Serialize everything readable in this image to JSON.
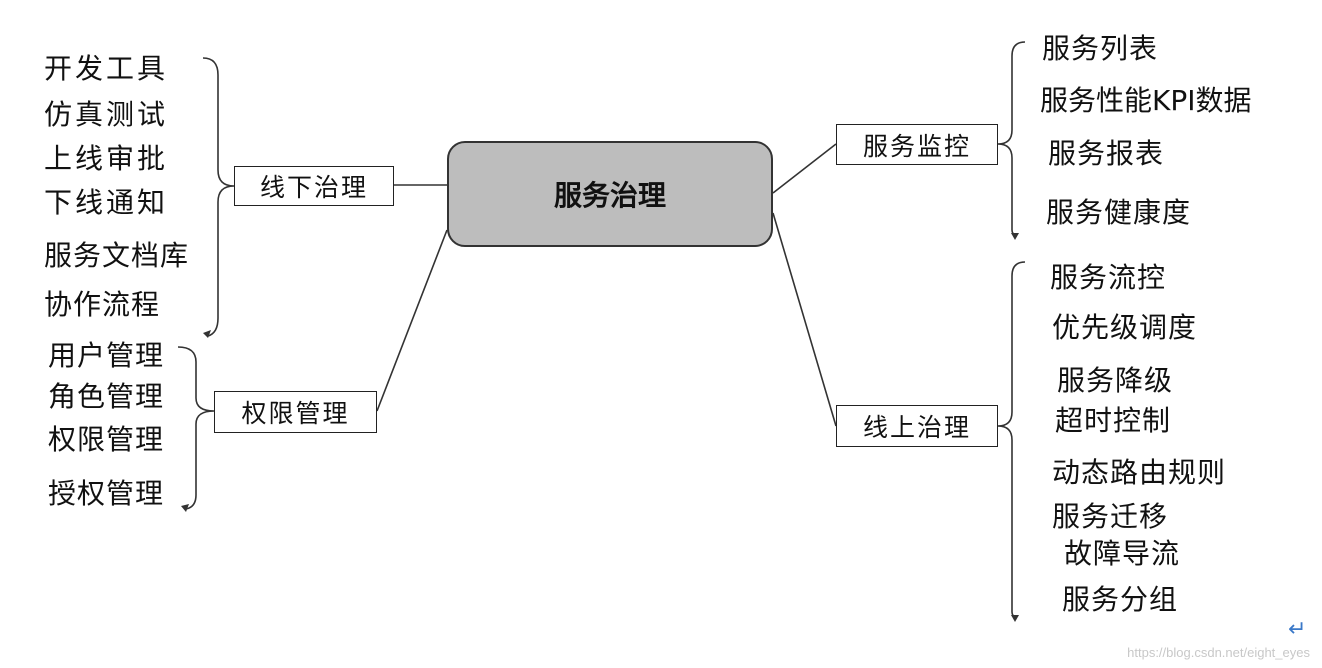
{
  "center": {
    "label": "服务治理"
  },
  "branches": {
    "offline": {
      "label": "线下治理",
      "items": [
        "开发工具",
        "仿真测试",
        "上线审批",
        "下线通知",
        "服务文档库",
        "协作流程"
      ]
    },
    "permission": {
      "label": "权限管理",
      "items": [
        "用户管理",
        "角色管理",
        "权限管理",
        "授权管理"
      ]
    },
    "monitor": {
      "label": "服务监控",
      "items": [
        "服务列表",
        "服务性能KPI数据",
        "服务报表",
        "服务健康度"
      ]
    },
    "online": {
      "label": "线上治理",
      "items": [
        "服务流控",
        "优先级调度",
        "服务降级",
        "超时控制",
        "动态路由规则",
        "服务迁移",
        "故障导流",
        "服务分组"
      ]
    }
  },
  "watermark": "https://blog.csdn.net/eight_eyes",
  "return_icon": "↵",
  "icons": {
    "return": "return-arrow-icon"
  }
}
